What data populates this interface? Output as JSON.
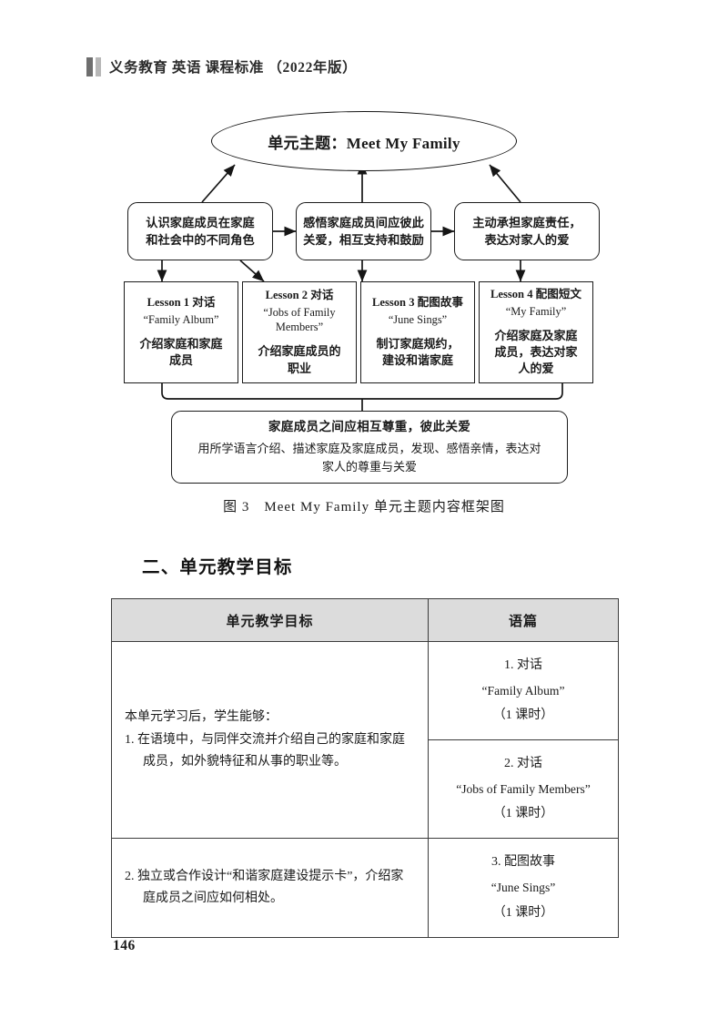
{
  "header": {
    "text": "义务教育 英语 课程标准 （2022年版）"
  },
  "figure": {
    "topic_ellipse": "单元主题：Meet My Family",
    "concepts": [
      "认识家庭成员在家庭\n和社会中的不同角色",
      "感悟家庭成员间应彼此\n关爱，相互支持和鼓励",
      "主动承担家庭责任，\n表达对家人的爱"
    ],
    "lessons": [
      {
        "title": "Lesson 1 对话",
        "english": "“Family Album”",
        "chinese": "介绍家庭和家庭\n成员"
      },
      {
        "title": "Lesson 2 对话",
        "english": "“Jobs of Family\nMembers”",
        "chinese": "介绍家庭成员的\n职业"
      },
      {
        "title": "Lesson 3 配图故事",
        "english": "“June Sings”",
        "chinese": "制订家庭规约，\n建设和谐家庭"
      },
      {
        "title": "Lesson 4 配图短文",
        "english": "“My Family”",
        "chinese": "介绍家庭及家庭\n成员，表达对家\n人的爱"
      }
    ],
    "summary_title": "家庭成员之间应相互尊重，彼此关爱",
    "summary_body": "用所学语言介绍、描述家庭及家庭成员，发现、感悟亲情，表达对家人的尊重与关爱",
    "caption": "图 3　Meet My Family 单元主题内容框架图"
  },
  "section": {
    "heading": "二、单元教学目标"
  },
  "table": {
    "headers": [
      "单元教学目标",
      "语篇"
    ],
    "goals_row1": {
      "lead": "本单元学习后，学生能够：",
      "item": "1. 在语境中，与同伴交流并介绍自己的家庭和家庭成员，如外貌特征和从事的职业等。"
    },
    "goals_row2": {
      "item": "2. 独立或合作设计“和谐家庭建设提示卡”，介绍家庭成员之间应如何相处。"
    },
    "texts": [
      {
        "num": "1. 对话",
        "title": "“Family Album”",
        "periods": "（1 课时）"
      },
      {
        "num": "2. 对话",
        "title": "“Jobs of Family Members”",
        "periods": "（1 课时）"
      },
      {
        "num": "3. 配图故事",
        "title": "“June Sings”",
        "periods": "（1 课时）"
      }
    ]
  },
  "folio": {
    "page_number": "146"
  },
  "colors": {
    "line": "#1b1b1b",
    "header_fill": "#dcdcdc",
    "bar_dark": "#6e6e6e",
    "bar_light": "#b7b7b7"
  }
}
